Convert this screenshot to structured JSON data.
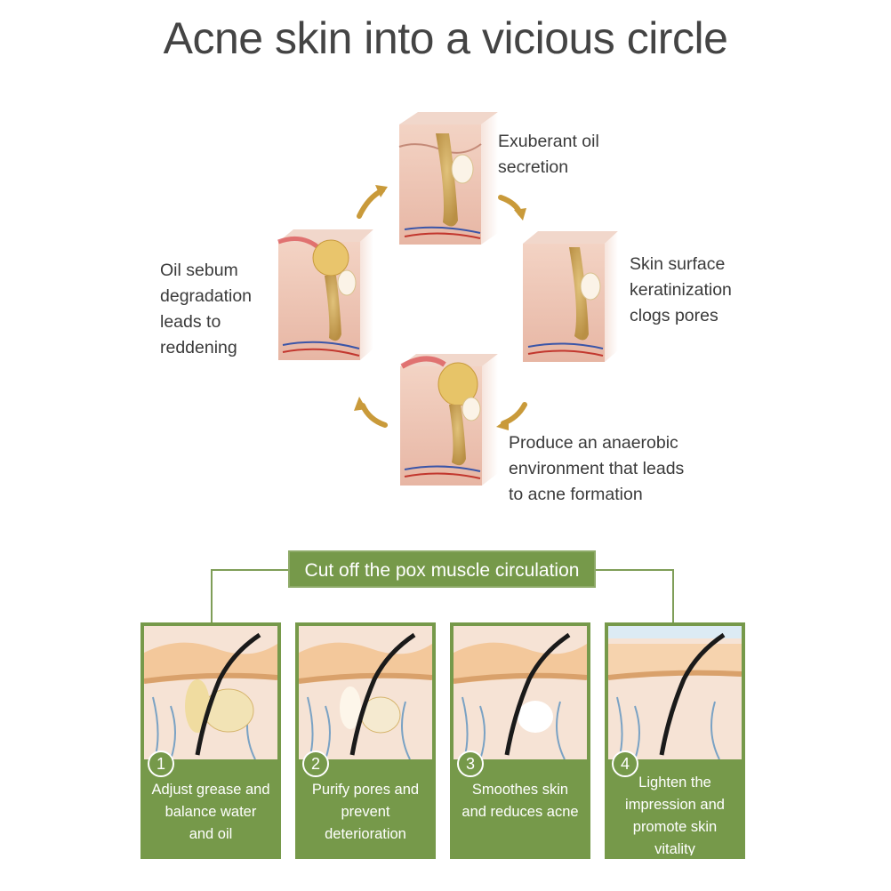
{
  "title": "Acne skin into a vicious circle",
  "cycle": {
    "steps": [
      {
        "id": "top",
        "caption_lines": [
          "Exuberant oil",
          "secretion"
        ]
      },
      {
        "id": "right",
        "caption_lines": [
          "Skin surface",
          "keratinization",
          "clogs pores"
        ]
      },
      {
        "id": "bottom",
        "caption_lines": [
          "Produce an anaerobic",
          "environment that leads",
          "to acne formation"
        ]
      },
      {
        "id": "left",
        "caption_lines": [
          "Oil sebum",
          "degradation",
          "leads to",
          "reddening"
        ]
      }
    ]
  },
  "solution": {
    "label": "Cut off the pox muscle circulation",
    "cards": [
      {
        "number": "1",
        "lines": [
          "Adjust grease and",
          "balance water",
          "and oil"
        ]
      },
      {
        "number": "2",
        "lines": [
          "Purify pores and",
          "prevent",
          "deterioration"
        ]
      },
      {
        "number": "3",
        "lines": [
          "Smoothes skin",
          "and reduces acne"
        ]
      },
      {
        "number": "4",
        "lines": [
          "Lighten the",
          "impression and",
          "promote skin",
          "vitality"
        ]
      }
    ]
  },
  "colors": {
    "accent_green": "#76994a",
    "arrow_gold": "#c99a3a",
    "skin_pink": "#e9b8a6"
  }
}
